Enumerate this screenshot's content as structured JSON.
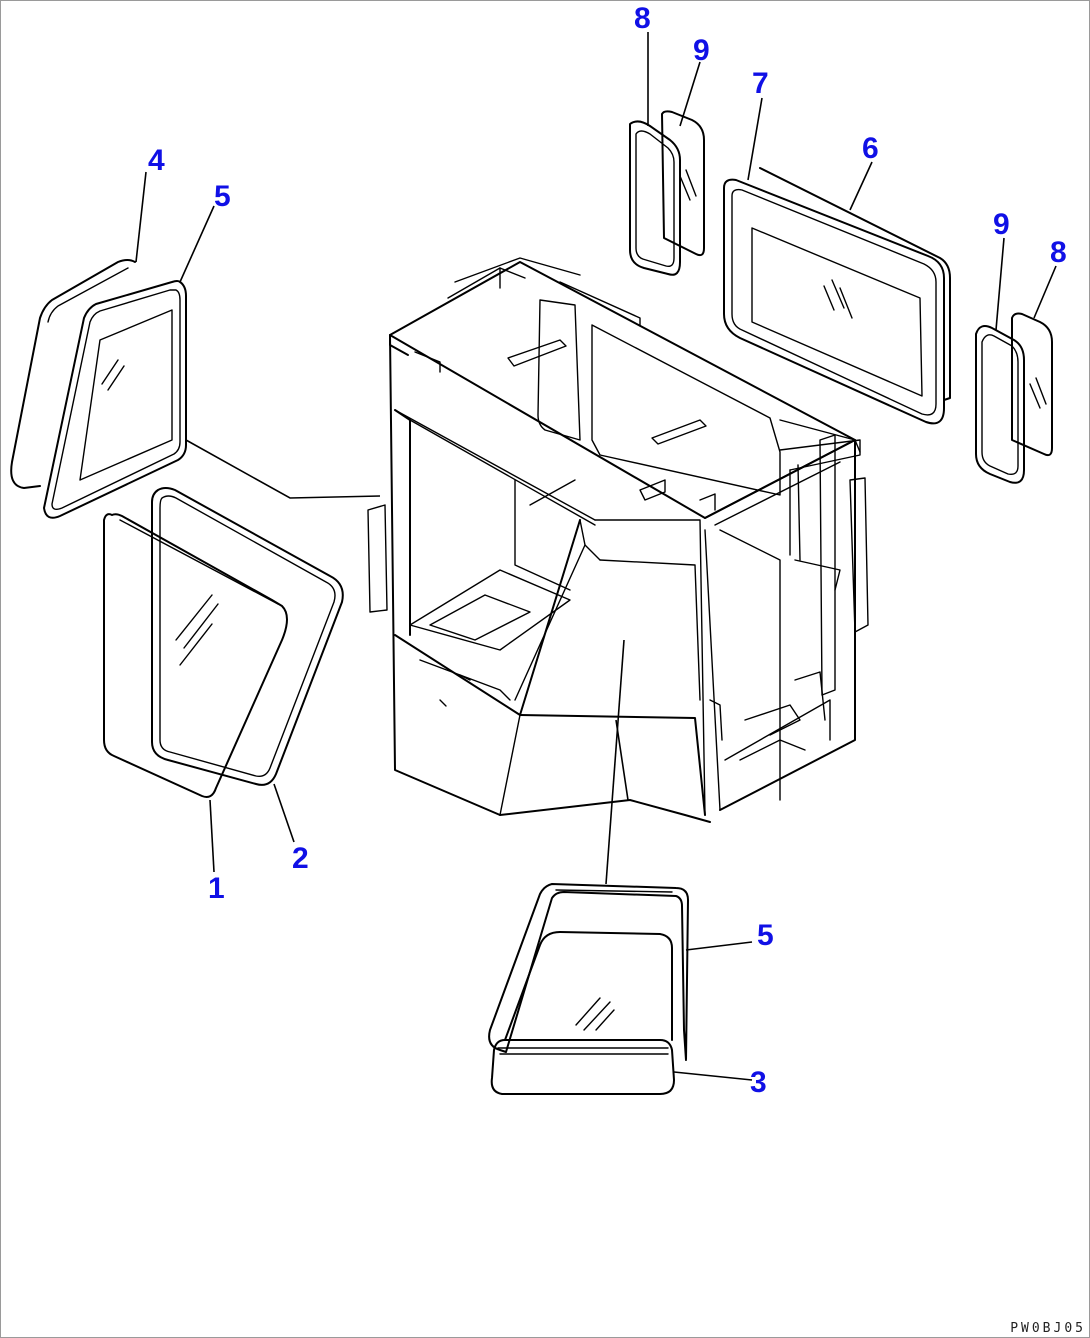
{
  "callouts": [
    {
      "id": "c8a",
      "label": "8"
    },
    {
      "id": "c9a",
      "label": "9"
    },
    {
      "id": "c7",
      "label": "7"
    },
    {
      "id": "c6",
      "label": "6"
    },
    {
      "id": "c9b",
      "label": "9"
    },
    {
      "id": "c8b",
      "label": "8"
    },
    {
      "id": "c4",
      "label": "4"
    },
    {
      "id": "c5a",
      "label": "5"
    },
    {
      "id": "c1",
      "label": "1"
    },
    {
      "id": "c2",
      "label": "2"
    },
    {
      "id": "c5b",
      "label": "5"
    },
    {
      "id": "c3",
      "label": "3"
    }
  ],
  "colors": {
    "callout": "#1010e6",
    "linework": "#000000",
    "border": "#9a9a9a"
  },
  "drawing_code": "PW0BJ05"
}
